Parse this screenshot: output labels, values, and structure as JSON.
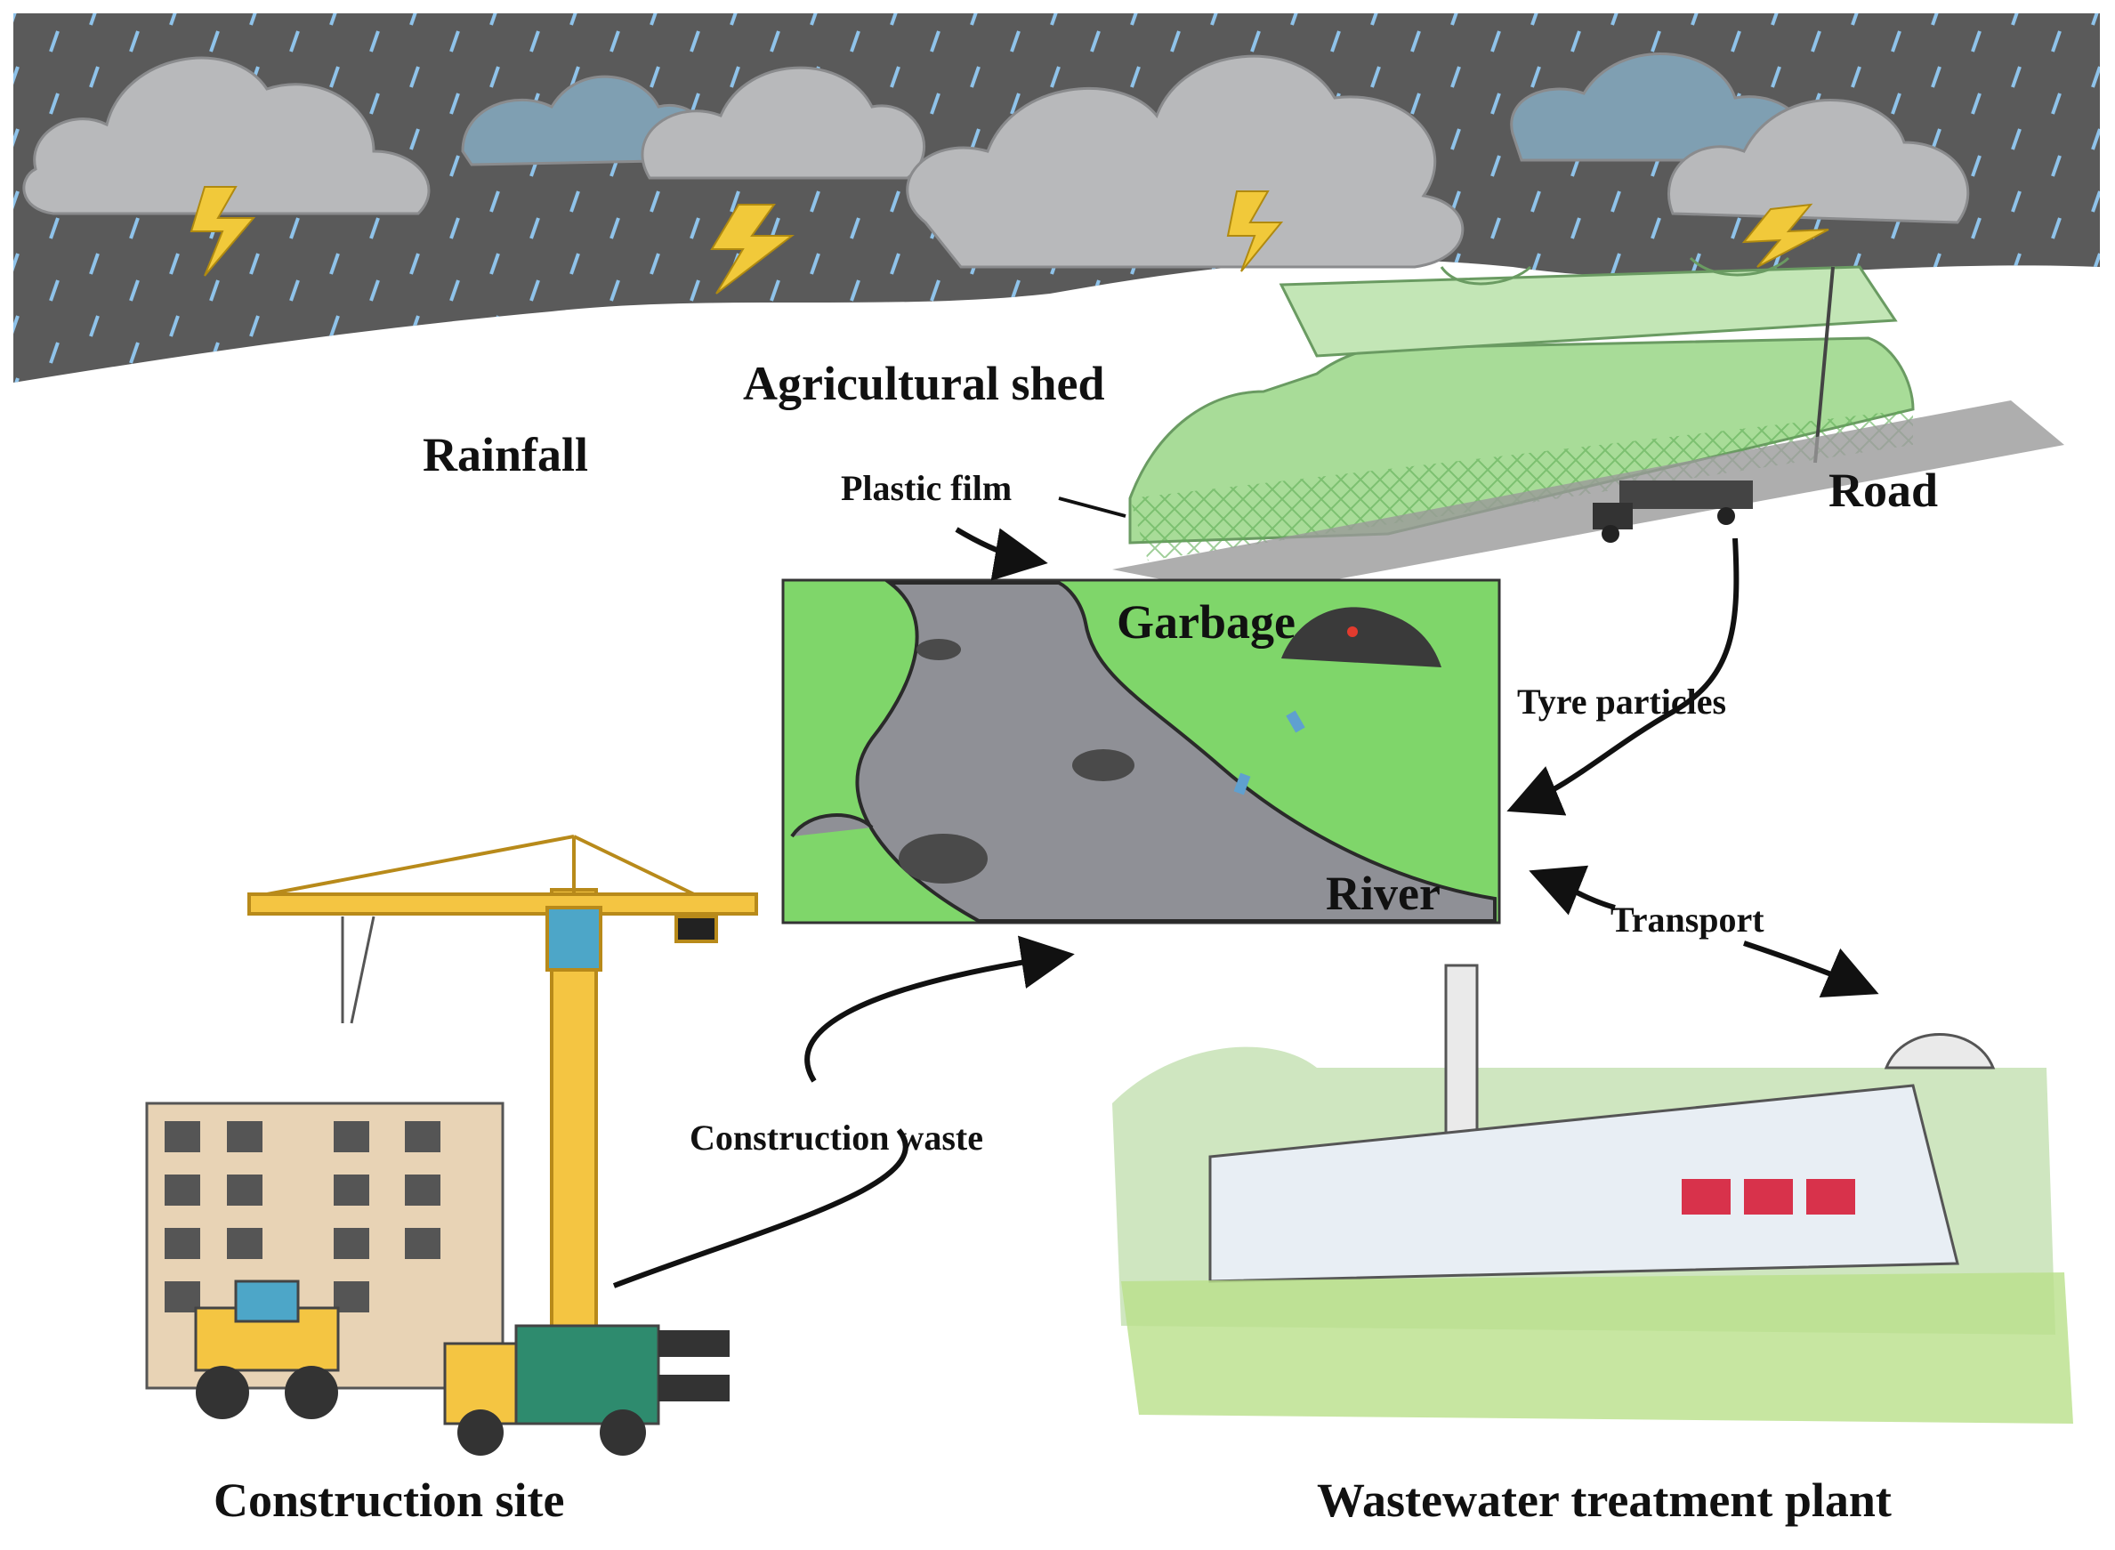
{
  "labels": {
    "rainfall": "Rainfall",
    "agricultural_shed": "Agricultural shed",
    "plastic_film": "Plastic film",
    "road": "Road",
    "garbage": "Garbage",
    "tyre_particles": "Tyre particles",
    "river": "River",
    "transport": "Transport",
    "construction_waste": "Construction waste",
    "construction_site": "Construction site",
    "wastewater_treatment_plant": "Wastewater treatment plant"
  },
  "colors": {
    "storm_sky": "#5a5a5a",
    "cloud": "#b8b9bb",
    "lightning": "#f1c93a",
    "grass": "#7fd66a",
    "river_water": "#8f9096",
    "greenhouse": "#8fd47f",
    "crane": "#f4c542",
    "building": "#e8d3b5",
    "plant_red": "#d8324b",
    "arrow": "#111111"
  },
  "icons": [
    "storm-cloud-icon",
    "lightning-icon",
    "greenhouse-icon",
    "truck-icon",
    "river-icon",
    "garbage-pile-icon",
    "crane-icon",
    "building-icon",
    "bulldozer-icon",
    "factory-icon"
  ]
}
